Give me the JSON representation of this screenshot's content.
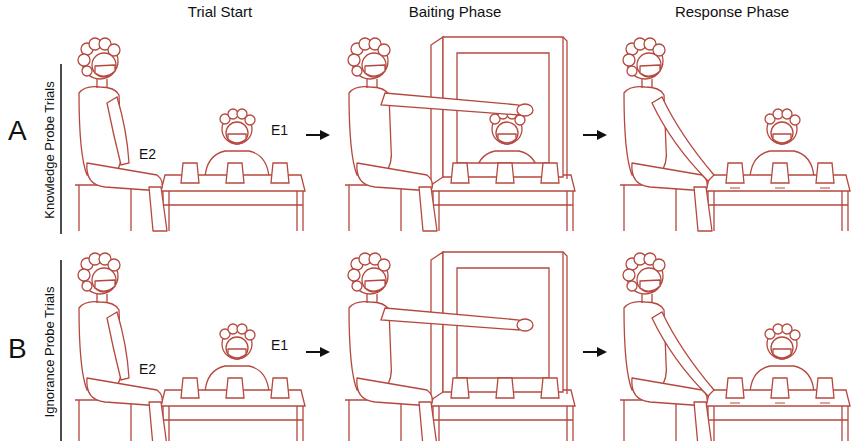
{
  "diagram": {
    "labels": [
      "Trial Start",
      "Baiting Phase",
      "Response Phase",
      "A",
      "Knowledge Probe Trials",
      "E2",
      "E1",
      "B",
      "Ignorance Probe Trials",
      "E2",
      "E1"
    ]
  }
}
